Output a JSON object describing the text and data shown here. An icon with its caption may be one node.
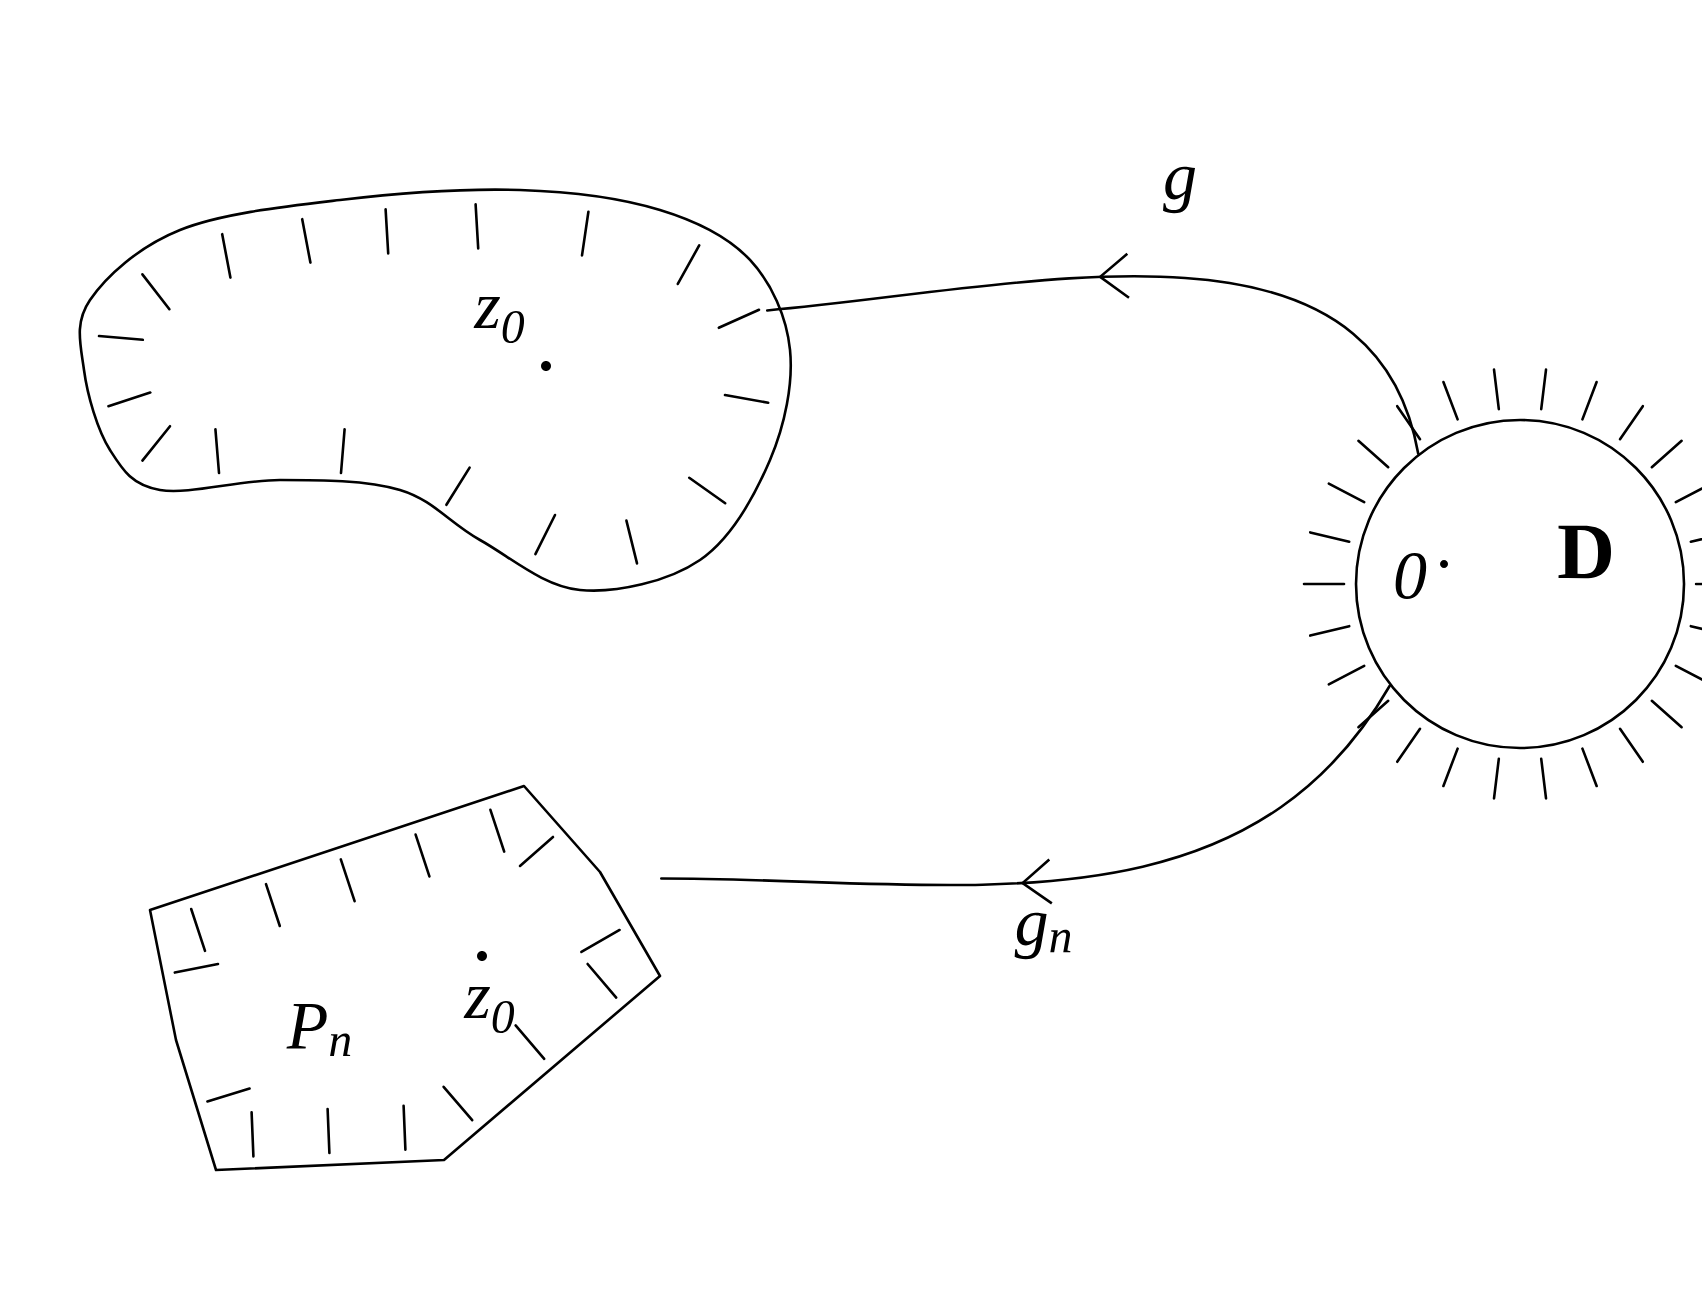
{
  "diagram": {
    "nodes": [
      {
        "text": [
          "z$_{0}$"
        ]
      },
      {
        "text": [
          "0",
          "D"
        ]
      },
      {
        "text": [
          "P$_{n}$",
          "z$_{0}$"
        ]
      }
    ],
    "edges": [
      {
        "from": 1,
        "to": 0,
        "arrow": "to",
        "label": "g"
      },
      {
        "from": 1,
        "to": 2,
        "arrow": "to",
        "label": "g$_{n}$"
      }
    ]
  }
}
